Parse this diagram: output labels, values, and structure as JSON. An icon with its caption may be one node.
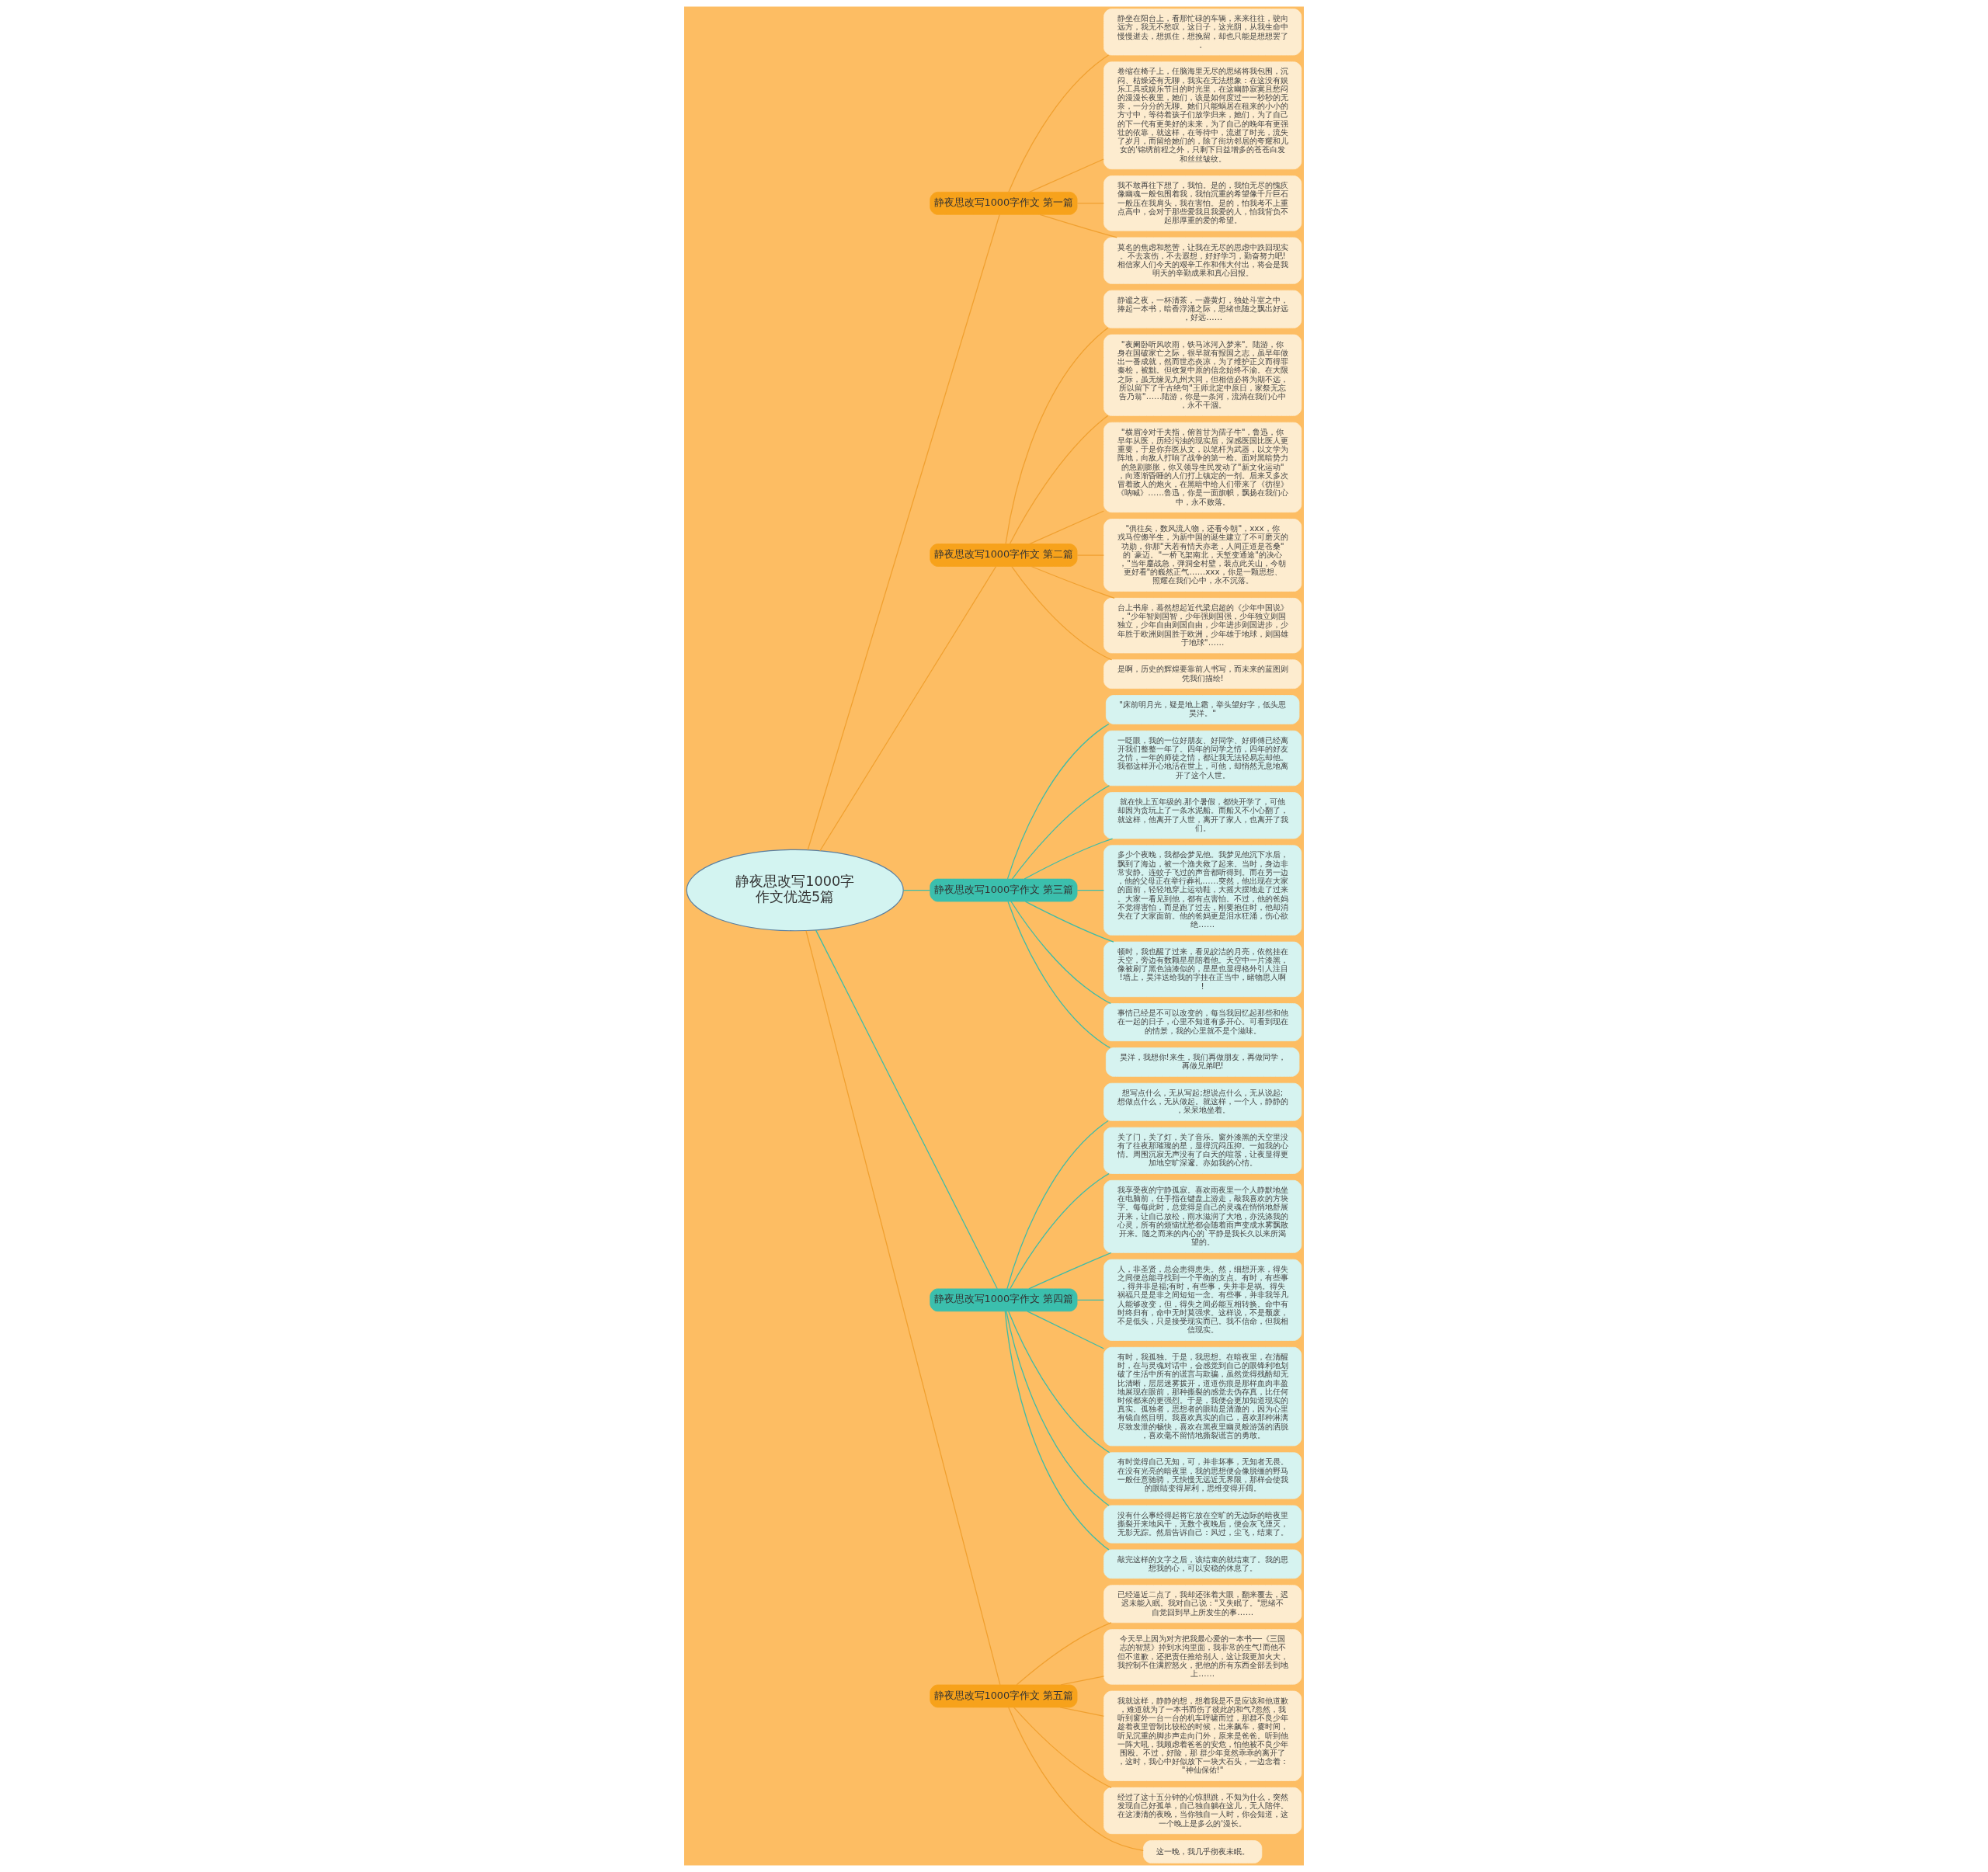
{
  "diagram": {
    "nodes": [
      {
        "text": [
          "静夜思改写1000字作文优选5篇"
        ]
      },
      {
        "text": [
          "静夜思改写1000字作文 第一篇"
        ]
      },
      {
        "text": [
          "静坐在阳台上，看那忙碌的车辆，来来往往，驶向远方，我无不愁叹，这日子，这光阴，从我生命中慢慢逝去，想抓住，想挽留，却也只能是想想罢了。"
        ]
      },
      {
        "text": [
          "卷缩在椅子上，任脑海里无尽的思绪将我包围，沉闷、枯燥还有无聊，我实在无法想象：在这没有娱乐工具或娱乐节目的时光里，在这幽静寂寞且愁闷的漫漫长夜里，她们，该是如何度过一一秒秒的无奈，一分分的无聊。她们只能蜗居在租来的小小的方寸中，等待着孩子们放学归来，她们，为了自己的下一代有更美好的未来，为了自己的晚年有更强壮的依靠，就这样，在等待中，流逝了时光，流失了岁月，而留给她们的，除了街坊邻居的夸耀和儿女的'锦绣前程之外，只剩下日益增多的苍苍白发和丝丝皱纹。"
        ]
      },
      {
        "text": [
          "我不敢再往下想了，我怕。是的，我怕无尽的愧疚像幽魂一般包围着我，我怕沉重的希望像千斤巨石一般压在我肩头，我在害怕。是的，怕我考不上重点高中，会对于那些爱我且我爱的人，怕我背负不起那厚重的爱的希望。"
        ]
      },
      {
        "text": [
          "莫名的焦虑和愁苦，让我在无尽的思虑中跌回现实。不去哀伤，不去遐想，好好学习，勤奋努力吧!相信家人们今天的艰辛工作和伟大付出，将会是我明天的辛勤成果和真心回报。"
        ]
      },
      {
        "text": [
          "静夜思改写1000字作文 第二篇"
        ]
      },
      {
        "text": [
          "静谧之夜，一杯清茶，一盏黄灯，独处斗室之中，捧起一本书，暗香浮涌之际，思绪也随之飘出好远，好远……"
        ]
      },
      {
        "text": [
          "\"夜阑卧听风吹雨，铁马冰河入梦来\"。陆游，你身在国破家亡之际，很早就有报国之志，虽早年做出一番成就，然而世态炎凉，为了维护正义而得罪秦桧，被黜。但收复中原的信念始终不渝。在大限之际，虽无缘见九州大同，但相信必将为期不远，所以留下了千古绝句\"王师北定中原日，家祭无忘告乃翁\"……陆游，你是一条河，流淌在我们心中，永不干涸。"
        ]
      },
      {
        "text": [
          "\"横眉冷对千夫指，俯首甘为孺子牛\"，鲁迅，你早年从医，历经污浊的现实后，深感医国比医人更重要，于是你弃医从文，以笔杆为武器，以文学为阵地，向敌人打响了战争的第一枪。面对黑暗势力的急剧膨胀，你又领导生民发动了\"新文化运动\"，向逐渐昏睡的人们打上镇定的一剂。后来又多次冒着敌人的炮火，在黑暗中给人们带来了《彷徨》《呐喊》……鲁迅，你是一面旗帜，飘扬在我们心中，永不败落。"
        ]
      },
      {
        "text": [
          "\"俱往矣，数风流人物，还看今朝\"，xxx，你戎马倥偬半生，为新中国的诞生建立了不可磨灭的功勋，你那\"天若有情天亦老，人间正道是苍桑\"的`豪迈。\"一桥飞架南北，天堑变通途\"的决心，\"当年鏖战急，弹洞全村壁，装点此关山，今朝更好看\"的巍然正气……xxx，你是一颗思想、照耀在我们心中，永不沉落。"
        ]
      },
      {
        "text": [
          "台上书扉，蓦然想起近代梁启超的《少年中国说》，\"少年智则国智，少年强则国强，少年独立则国独立，少年自由则国自由，少年进步则国进步，少年胜于欧洲则国胜于欧洲，少年雄于地球，则国雄于地球\"……"
        ]
      },
      {
        "text": [
          "是啊，历史的辉煌要靠前人书写，而未来的蓝图则凭我们描绘!"
        ]
      },
      {
        "text": [
          "静夜思改写1000字作文 第三篇"
        ]
      },
      {
        "text": [
          "\"床前明月光，疑是地上霜，举头望好字，低头思昊洋。\""
        ]
      },
      {
        "text": [
          "一眨眼，我的一位好朋友、好同学、好师傅已经离开我们整整一年了。四年的同学之情，四年的好友之情，一年的师徒之情，都让我无法轻易忘却他。我都这样开心地活在世上，可他，却悄然无息地离开了这个人世。"
        ]
      },
      {
        "text": [
          "就在快上五年级的.那个暑假，都快开学了，可他却因为贪玩上了一条水泥船。而船又不小心翻了，就这样，他离开了人世，离开了家人，也离开了我们。"
        ]
      },
      {
        "text": [
          "多少个夜晚，我都会梦见他。我梦见他沉下水后，飘到了海边，被一个渔夫救了起来。当时，身边非常安静。连蚊子飞过的声音都听得到。而在另一边，他的父母正在举行葬礼……突然，他出现在大家的面前，轻轻地穿上运动鞋，大摇大摆地走了过来。大家一看见到他，都有点害怕。不过，他的爸妈不觉得害怕，而是跑了过去，刚要抱住时，他却消失在了大家面前。他的爸妈更是泪水狂涌，伤心欲绝……"
        ]
      },
      {
        "text": [
          "顿时，我也醒了过来，看见皎洁的月亮，依然挂在天空，旁边有数颗星星陪着他。天空中一片漆黑，像被刷了黑色油漆似的，星星也显得格外引人注目!墙上，昊洋送给我的字挂在正当中，睹物思人啊!"
        ]
      },
      {
        "text": [
          "事情已经是不可以改变的，每当我回忆起那些和他在一起的日子，心里不知道有多开心。可看到现在的情景，我的心里就不是个滋味。"
        ]
      },
      {
        "text": [
          "昊洋，我想你!来生，我们再做朋友，再做同学，再做兄弟吧!"
        ]
      },
      {
        "text": [
          "静夜思改写1000字作文 第四篇"
        ]
      },
      {
        "text": [
          "想写点什么，无从写起;想说点什么，无从说起;想做点什么，无从做起。就这样，一个人，静静的，呆呆地坐着。"
        ]
      },
      {
        "text": [
          "关了门，关了灯，关了音乐。窗外漆黑的天空里没有了往夜那璀璨的星，显得沉闷压抑。一如我的心情。周围沉寂无声没有了白天的喧嚣，让夜显得更加地空旷深邃。亦如我的心情。"
        ]
      },
      {
        "text": [
          "我享受夜的宁静孤寂。喜欢雨夜里一个人静默地坐在电脑前，任手指在键盘上游走，敲我喜欢的方块字。每每此时，总觉得是自己的灵魂在悄悄地舒展开来，让自己放松，雨水滋润了大地，亦洗涤我的心灵，所有的烦恼忧愁都会随着雨声变成水雾飘散开来。随之而来的内心的`平静是我长久以来所渴望的。"
        ]
      },
      {
        "text": [
          "人，非圣贤，总会患得患失。然，细想开来，得失之间便总能寻找到一个平衡的支点。有时，有些事，得并非是福;有时，有些事，失并非是祸。得失祸福只是是非之间短短一念。有些事，并非我等凡人能够改变，但，得失之间必能互相转换。命中有时终归有，命中无时莫强求。这样说，不是颓废，不是低头，只是接受现实而已。我不信命，但我相信现实。"
        ]
      },
      {
        "text": [
          "有时，我孤独。于是，我思想。在暗夜里，在清醒时，在与灵魂对话中，会感觉到自己的眼锋利地划破了生活中所有的谎言与欺骗，虽然觉得残酷却无比清晰，层层迷雾拨开，道道伤痕是那样血肉丰盈地展现在眼前，那种撕裂的感觉去伪存真，比任何时候都来的更强烈。于是，我便会更加知道现实的真实。孤独者，思想者的眼睛是清澈的，因为心里有镜自然目明。我喜欢真实的自己，喜欢那种淋漓尽致发泄的畅快，喜欢在黑夜里幽灵般游荡的洒脱，喜欢毫不留情地撕裂谎言的勇敢。"
        ]
      },
      {
        "text": [
          "有时觉得自己无知，可，并非坏事，无知者无畏。在没有光亮的暗夜里，我的思想便会像脱缰的野马一般任意驰骋，无快慢无远近无界限，那样会使我的眼睛变得犀利，思维变得开阔。"
        ]
      },
      {
        "text": [
          "没有什么事经得起将它放在空旷的无边际的暗夜里撕裂开来地风干，无数个夜晚后，便会灰飞湮灭，无影无踪。然后告诉自己：风过，尘飞，结束了。"
        ]
      },
      {
        "text": [
          "敲完这样的文字之后，该结束的就结束了。我的思想我的心，可以安稳的休息了。"
        ]
      },
      {
        "text": [
          "静夜思改写1000字作文 第五篇"
        ]
      },
      {
        "text": [
          "已经逼近二点了，我却还张着大眼，翻来覆去，迟迟未能入眠。我对自己说：\"又失眠了。\"思绪不自觉回到早上所发生的事……"
        ]
      },
      {
        "text": [
          "今天早上因为对方把我最心爱的一本书──《三国志的智慧》掉到水沟里面，我非常的生气!而他不但不道歉，还把责任推给别人，这让我更加火大，我控制不住满腔怒火，把他的所有东西全部丢到地上……"
        ]
      },
      {
        "text": [
          "我就这样，静静的想，想着我是不是应该和他道歉，难道就为了一本书而伤了彼此的和气?忽然，我听到窗外一台一台的机车呼啸而过，那群不良少年趁着夜里管制比较松的时候，出来飙车，霎时间，听见沉重的脚步声走向门外，原来是爸爸。听到他一阵大吼，我顾虑着爸爸的安危，怕他被不良少年围殴。不过，好险，那 群少年竟然乖乖的离开了，这时，我心中好似放下一块大石头，一边念着：\"神仙保佑!\""
        ]
      },
      {
        "text": [
          "经过了这十五分钟的心惊胆跳，不知为什么，突然发现自己好孤单，自己独自躺在这儿，无人陪伴。在这凄清的夜晚，当你独自一人时，你会知道，这一个晚上是多么的'漫长。"
        ]
      },
      {
        "text": [
          "这一晚，我几乎彻夜未眠。"
        ]
      }
    ],
    "edges": [
      {
        "from": 0,
        "to": 1,
        "arrow": "none"
      },
      {
        "from": 1,
        "to": 2,
        "arrow": "none"
      },
      {
        "from": 1,
        "to": 3,
        "arrow": "none"
      },
      {
        "from": 1,
        "to": 4,
        "arrow": "none"
      },
      {
        "from": 1,
        "to": 5,
        "arrow": "none"
      },
      {
        "from": 0,
        "to": 6,
        "arrow": "none"
      },
      {
        "from": 6,
        "to": 7,
        "arrow": "none"
      },
      {
        "from": 6,
        "to": 8,
        "arrow": "none"
      },
      {
        "from": 6,
        "to": 9,
        "arrow": "none"
      },
      {
        "from": 6,
        "to": 10,
        "arrow": "none"
      },
      {
        "from": 6,
        "to": 11,
        "arrow": "none"
      },
      {
        "from": 6,
        "to": 12,
        "arrow": "none"
      },
      {
        "from": 0,
        "to": 13,
        "arrow": "none",
        "color": "#3cbca8"
      },
      {
        "from": 13,
        "to": 14,
        "arrow": "none",
        "color": "#3cbca8"
      },
      {
        "from": 13,
        "to": 15,
        "arrow": "none",
        "color": "#3cbca8"
      },
      {
        "from": 13,
        "to": 16,
        "arrow": "none",
        "color": "#3cbca8"
      },
      {
        "from": 13,
        "to": 17,
        "arrow": "none",
        "color": "#3cbca8"
      },
      {
        "from": 13,
        "to": 18,
        "arrow": "none",
        "color": "#3cbca8"
      },
      {
        "from": 13,
        "to": 19,
        "arrow": "none",
        "color": "#3cbca8"
      },
      {
        "from": 13,
        "to": 20,
        "arrow": "none",
        "color": "#3cbca8"
      },
      {
        "from": 0,
        "to": 21,
        "arrow": "none",
        "color": "#3cbca8"
      },
      {
        "from": 21,
        "to": 22,
        "arrow": "none",
        "color": "#3cbca8"
      },
      {
        "from": 21,
        "to": 23,
        "arrow": "none",
        "color": "#3cbca8"
      },
      {
        "from": 21,
        "to": 24,
        "arrow": "none",
        "color": "#3cbca8"
      },
      {
        "from": 21,
        "to": 25,
        "arrow": "none",
        "color": "#3cbca8"
      },
      {
        "from": 21,
        "to": 26,
        "arrow": "none",
        "color": "#3cbca8"
      },
      {
        "from": 21,
        "to": 27,
        "arrow": "none",
        "color": "#3cbca8"
      },
      {
        "from": 21,
        "to": 28,
        "arrow": "none",
        "color": "#3cbca8"
      },
      {
        "from": 21,
        "to": 29,
        "arrow": "none",
        "color": "#3cbca8"
      },
      {
        "from": 0,
        "to": 30,
        "arrow": "none"
      },
      {
        "from": 30,
        "to": 31,
        "arrow": "none"
      },
      {
        "from": 30,
        "to": 32,
        "arrow": "none"
      },
      {
        "from": 30,
        "to": 33,
        "arrow": "none"
      },
      {
        "from": 30,
        "to": 34,
        "arrow": "none"
      },
      {
        "from": 30,
        "to": 35,
        "arrow": "none"
      }
    ]
  }
}
